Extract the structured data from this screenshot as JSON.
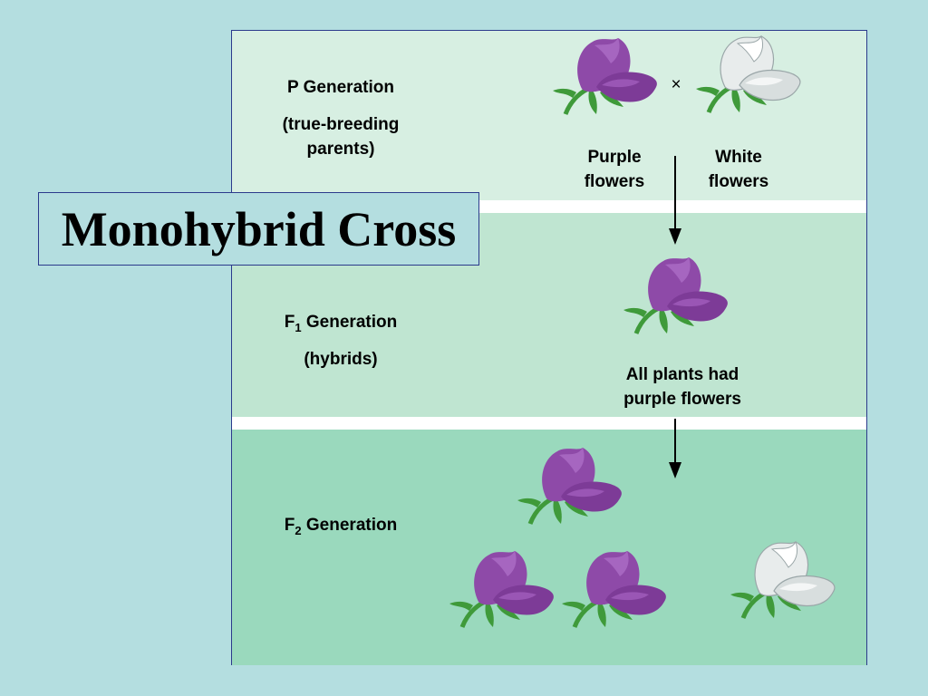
{
  "title": "Monohybrid Cross",
  "p_generation": {
    "heading": "P Generation",
    "note": "(true-breeding parents)",
    "cross_symbol": "×",
    "purple_label": "Purple flowers",
    "white_label": "White flowers"
  },
  "f1_generation": {
    "heading_prefix": "F",
    "heading_sub": "1",
    "heading_suffix": " Generation",
    "note": "(hybrids)",
    "result": "All plants had purple flowers"
  },
  "f2_generation": {
    "heading_prefix": "F",
    "heading_sub": "2",
    "heading_suffix": " Generation"
  },
  "colors": {
    "purple_petal": "#8e4aa8",
    "white_petal": "#e8ecec",
    "leaf": "#3f9a3a"
  }
}
